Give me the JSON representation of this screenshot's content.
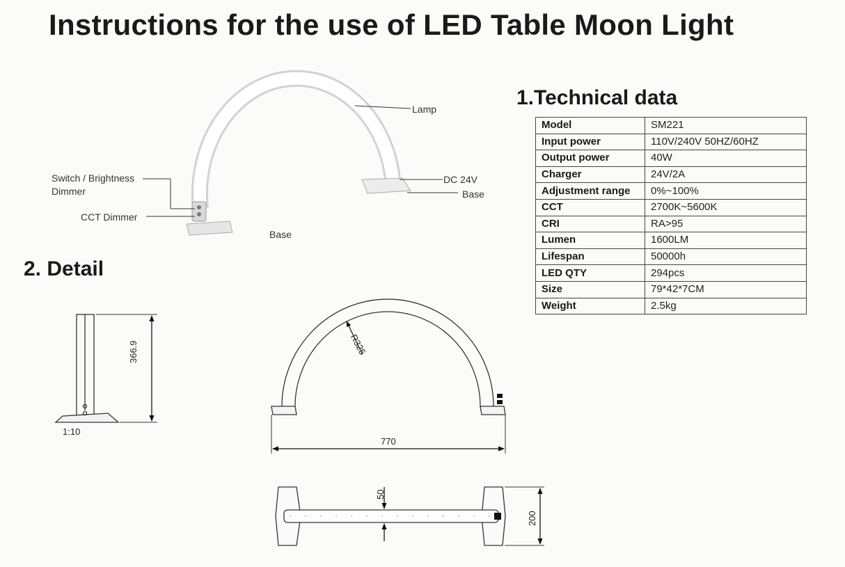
{
  "title": "Instructions for the use of LED  Table Moon Light",
  "technical": {
    "heading": "1.Technical data",
    "rows": [
      {
        "key": "Model",
        "value": "SM221"
      },
      {
        "key": "Input power",
        "value": "110V/240V    50HZ/60HZ"
      },
      {
        "key": "Output power",
        "value": "40W"
      },
      {
        "key": "Charger",
        "value": "24V/2A"
      },
      {
        "key": "Adjustment range",
        "value": "0%~100%"
      },
      {
        "key": "CCT",
        "value": "2700K~5600K"
      },
      {
        "key": "CRI",
        "value": "RA>95"
      },
      {
        "key": "Lumen",
        "value": "1600LM"
      },
      {
        "key": "Lifespan",
        "value": "50000h"
      },
      {
        "key": "LED QTY",
        "value": "294pcs"
      },
      {
        "key": "Size",
        "value": "79*42*7CM"
      },
      {
        "key": "Weight",
        "value": "2.5kg"
      }
    ]
  },
  "product_labels": {
    "lamp": "Lamp",
    "switch_line1": "Switch / Brightness",
    "switch_line2": "Dimmer",
    "cct_dimmer": "CCT Dimmer",
    "dc": "DC 24V",
    "base_right": "Base",
    "base_bottom": "Base"
  },
  "detail": {
    "heading": "2. Detail",
    "scale": "1:10",
    "height": "366.9",
    "radius": "R325",
    "width": "770",
    "tube": "50",
    "depth": "200"
  }
}
